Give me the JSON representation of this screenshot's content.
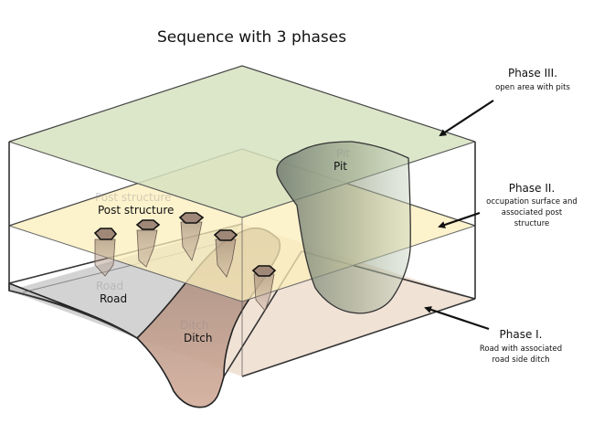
{
  "title": "Sequence with 3 phases",
  "phases": [
    {
      "heading": "Phase III.",
      "description_lines": [
        "open area with pits"
      ]
    },
    {
      "heading": "Phase II.",
      "description_lines": [
        "occupation surface and",
        "associated post",
        "structure"
      ]
    },
    {
      "heading": "Phase I.",
      "description_lines": [
        "Road with associated",
        "road side ditch"
      ]
    }
  ],
  "features": {
    "pit": "Pit",
    "post_structure": "Post structure",
    "road": "Road",
    "ditch": "Ditch"
  },
  "colors": {
    "phase3_plane": "#d6e2bf",
    "phase2_plane": "#fbeebb",
    "phase1_plane": "#efdfd2",
    "road": "#d3d3d3",
    "ditch": "#b89a8a",
    "pit": "#8a9a80",
    "post": "#a08878"
  }
}
